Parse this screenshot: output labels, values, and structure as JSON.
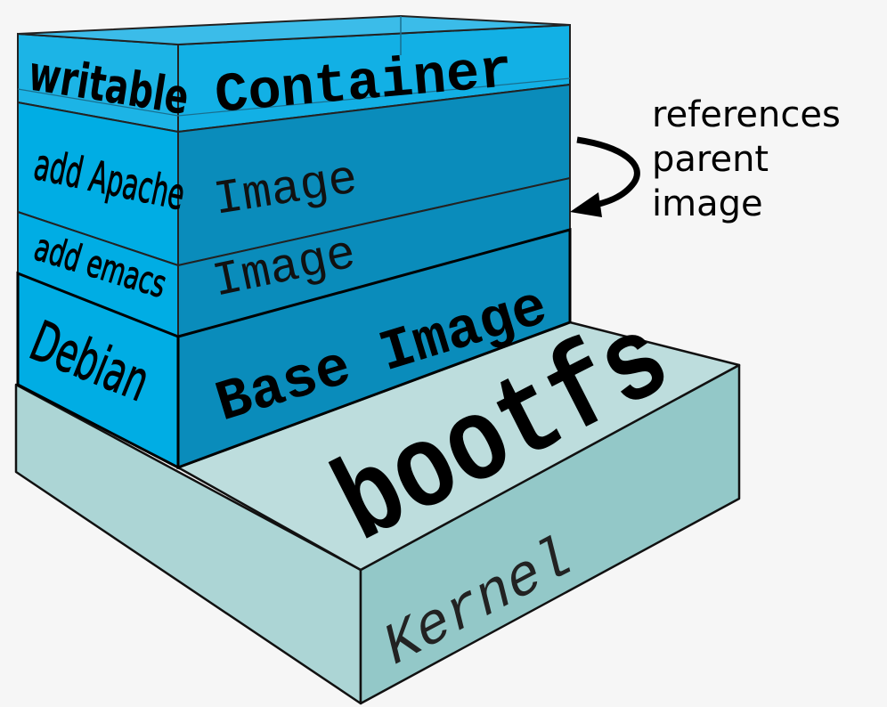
{
  "layers": {
    "container": {
      "left_label": "writable",
      "front_label": "Container"
    },
    "image1": {
      "left_label": "add Apache",
      "front_label": "Image"
    },
    "image2": {
      "left_label": "add emacs",
      "front_label": "Image"
    },
    "base": {
      "left_label": "Debian",
      "front_label": "Base Image"
    },
    "bootfs": {
      "top_label": "bootfs",
      "front_label": "Kernel"
    }
  },
  "annotation": {
    "lines": [
      "references",
      "parent",
      "image"
    ]
  },
  "colors": {
    "background": "#f6f6f6",
    "container_face": "#3bbce9",
    "layer_left": "#00ade4",
    "layer_front": "#0a8cbb",
    "slab_top": "#bddddd",
    "slab_left": "#acd5d5",
    "slab_right": "#93c8c8"
  }
}
